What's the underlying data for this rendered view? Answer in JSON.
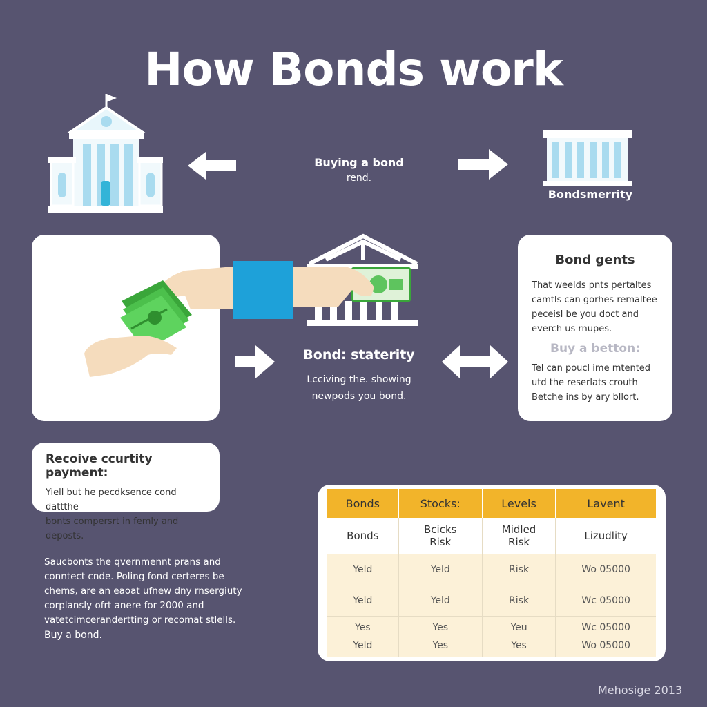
{
  "title": "How Bonds work",
  "top": {
    "label_line1": "Buying a bond",
    "label_line2": "rend.",
    "right_building_label": "Bondsmerrity"
  },
  "middle": {
    "label_title": "Bond: staterity",
    "label_line1": "Lcciving the. showing",
    "label_line2": "newpods you bond."
  },
  "info_card": {
    "title": "Bond gents",
    "para1": [
      "That weelds pnts pertaltes",
      "camtls can gorhes remaltee",
      "peceisl be you doct and",
      "everch us rnupes."
    ],
    "cta": "Buy a betton:",
    "para2": [
      "Tel can poucl ime mtented",
      "utd the reserlats crouth",
      "Betche ins by ary bllort."
    ]
  },
  "receive_card": {
    "title": "Recoive ccurtity payment:",
    "para": [
      "Yiell but he pecdksence cond dattthe",
      "bonts compersrt in femly and deposts."
    ]
  },
  "table": {
    "headers": [
      "Bonds",
      "Stocks:",
      "Levels",
      "Lavent"
    ],
    "subheader": [
      [
        "Bonds"
      ],
      [
        "Bcicks",
        "Risk"
      ],
      [
        "Midled",
        "Risk"
      ],
      [
        "Lizudlity"
      ]
    ],
    "rows": [
      [
        [
          "Yeld"
        ],
        [
          "Yeld"
        ],
        [
          "Risk"
        ],
        [
          "Wo 05000"
        ]
      ],
      [
        [
          "Yeld"
        ],
        [
          "Yeld"
        ],
        [
          "Risk"
        ],
        [
          "Wc 05000"
        ]
      ],
      [
        [
          "Yes",
          "Yeld"
        ],
        [
          "Yes",
          "Yes"
        ],
        [
          "Yeu",
          "Yes"
        ],
        [
          "Wc 05000",
          "Wo 05000"
        ]
      ]
    ]
  },
  "bottom_text": {
    "para": [
      "Saucbonts the qvernmennt prans and",
      "conntect cnde. Poling fond certeres be",
      "chems, are an eaoat ufnew dny rnsergiuty",
      "corplansly ofrt anere for 2000 and",
      "vatetcimcerandertting or recomat stlells."
    ],
    "cta": "Buy a bond."
  },
  "watermark": "Mehosige 2013",
  "colors": {
    "background": "#575470",
    "accent_table_header": "#f2b42a",
    "table_cell_bg": "#fcf1d8",
    "building_blue": "#a9dbef",
    "money_green": "#4cc04c",
    "cuff_blue": "#1ea1d9"
  },
  "icons": [
    "government-building-icon",
    "bank-building-icon",
    "money-exchange-illustration",
    "left-arrow-icon",
    "right-arrow-icon",
    "double-arrow-icon"
  ]
}
